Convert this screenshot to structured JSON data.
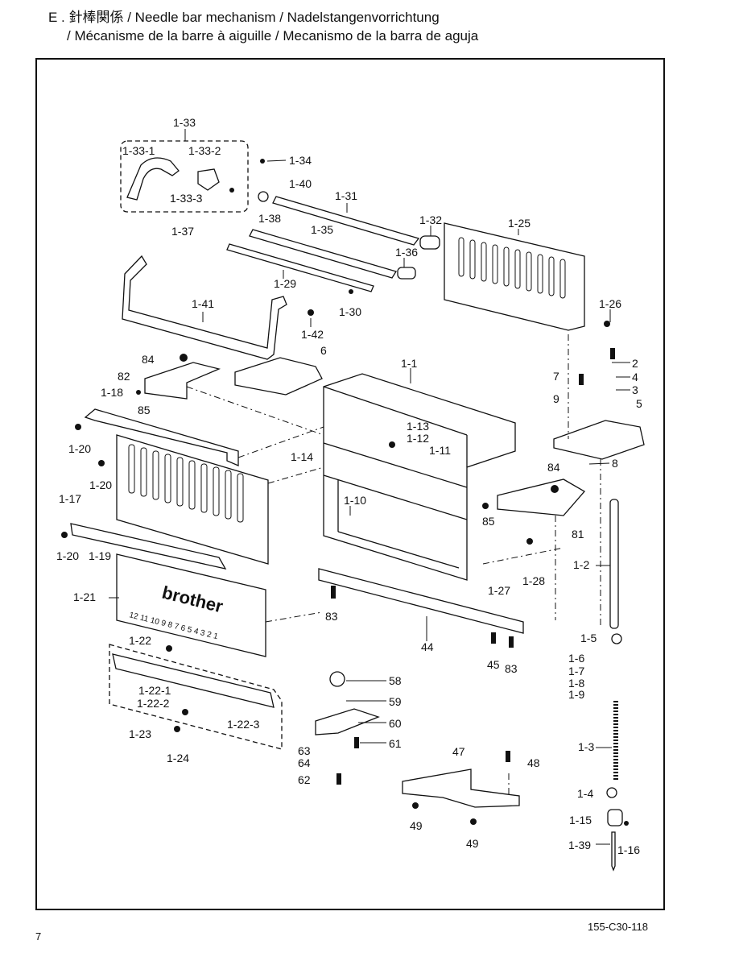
{
  "header": {
    "line1": "E . 針棒関係 / Needle bar mechanism / Nadelstangenvorrichtung",
    "line2": "/ Mécanisme de la barre à aiguille / Mecanismo de la barra de aguja"
  },
  "footer": {
    "page_number": "7",
    "doc_code": "155-C30-118"
  },
  "diagram": {
    "brand": "brother",
    "plate_numbers": "12 11 10 9 8 7 6 5 4 3 2 1",
    "labels": [
      {
        "id": "1-33",
        "t": "1-33"
      },
      {
        "id": "1-33-1",
        "t": "1-33-1"
      },
      {
        "id": "1-33-2",
        "t": "1-33-2"
      },
      {
        "id": "1-33-3",
        "t": "1-33-3"
      },
      {
        "id": "1-34",
        "t": "1-34"
      },
      {
        "id": "1-40",
        "t": "1-40"
      },
      {
        "id": "1-31",
        "t": "1-31"
      },
      {
        "id": "1-38",
        "t": "1-38"
      },
      {
        "id": "1-37",
        "t": "1-37"
      },
      {
        "id": "1-35",
        "t": "1-35"
      },
      {
        "id": "1-32",
        "t": "1-32"
      },
      {
        "id": "1-25",
        "t": "1-25"
      },
      {
        "id": "1-36",
        "t": "1-36"
      },
      {
        "id": "1-29",
        "t": "1-29"
      },
      {
        "id": "1-30",
        "t": "1-30"
      },
      {
        "id": "1-41",
        "t": "1-41"
      },
      {
        "id": "1-42",
        "t": "1-42"
      },
      {
        "id": "1-26",
        "t": "1-26"
      },
      {
        "id": "6",
        "t": "6"
      },
      {
        "id": "1-1",
        "t": "1-1"
      },
      {
        "id": "84a",
        "t": "84"
      },
      {
        "id": "82",
        "t": "82"
      },
      {
        "id": "1-18",
        "t": "1-18"
      },
      {
        "id": "85a",
        "t": "85"
      },
      {
        "id": "2",
        "t": "2"
      },
      {
        "id": "4",
        "t": "4"
      },
      {
        "id": "3",
        "t": "3"
      },
      {
        "id": "7",
        "t": "7"
      },
      {
        "id": "9",
        "t": "9"
      },
      {
        "id": "5",
        "t": "5"
      },
      {
        "id": "1-13",
        "t": "1-13"
      },
      {
        "id": "1-12",
        "t": "1-12"
      },
      {
        "id": "1-11",
        "t": "1-11"
      },
      {
        "id": "1-20a",
        "t": "1-20"
      },
      {
        "id": "1-14",
        "t": "1-14"
      },
      {
        "id": "8",
        "t": "8"
      },
      {
        "id": "1-20b",
        "t": "1-20"
      },
      {
        "id": "84b",
        "t": "84"
      },
      {
        "id": "1-17",
        "t": "1-17"
      },
      {
        "id": "1-10",
        "t": "1-10"
      },
      {
        "id": "85b",
        "t": "85"
      },
      {
        "id": "81",
        "t": "81"
      },
      {
        "id": "1-20c",
        "t": "1-20"
      },
      {
        "id": "1-19",
        "t": "1-19"
      },
      {
        "id": "1-28",
        "t": "1-28"
      },
      {
        "id": "1-2",
        "t": "1-2"
      },
      {
        "id": "1-21",
        "t": "1-21"
      },
      {
        "id": "1-27",
        "t": "1-27"
      },
      {
        "id": "83a",
        "t": "83"
      },
      {
        "id": "1-22",
        "t": "1-22"
      },
      {
        "id": "44",
        "t": "44"
      },
      {
        "id": "1-5",
        "t": "1-5"
      },
      {
        "id": "45",
        "t": "45"
      },
      {
        "id": "83b",
        "t": "83"
      },
      {
        "id": "1-6",
        "t": "1-6"
      },
      {
        "id": "1-7",
        "t": "1-7"
      },
      {
        "id": "58",
        "t": "58"
      },
      {
        "id": "1-8",
        "t": "1-8"
      },
      {
        "id": "1-9",
        "t": "1-9"
      },
      {
        "id": "59",
        "t": "59"
      },
      {
        "id": "1-22-1",
        "t": "1-22-1"
      },
      {
        "id": "1-22-2",
        "t": "1-22-2"
      },
      {
        "id": "60",
        "t": "60"
      },
      {
        "id": "1-22-3",
        "t": "1-22-3"
      },
      {
        "id": "1-23",
        "t": "1-23"
      },
      {
        "id": "61",
        "t": "61"
      },
      {
        "id": "63",
        "t": "63"
      },
      {
        "id": "47",
        "t": "47"
      },
      {
        "id": "1-3",
        "t": "1-3"
      },
      {
        "id": "1-24",
        "t": "1-24"
      },
      {
        "id": "64",
        "t": "64"
      },
      {
        "id": "48",
        "t": "48"
      },
      {
        "id": "62",
        "t": "62"
      },
      {
        "id": "1-4",
        "t": "1-4"
      },
      {
        "id": "49a",
        "t": "49"
      },
      {
        "id": "1-15",
        "t": "1-15"
      },
      {
        "id": "49b",
        "t": "49"
      },
      {
        "id": "1-39",
        "t": "1-39"
      },
      {
        "id": "1-16",
        "t": "1-16"
      }
    ]
  }
}
